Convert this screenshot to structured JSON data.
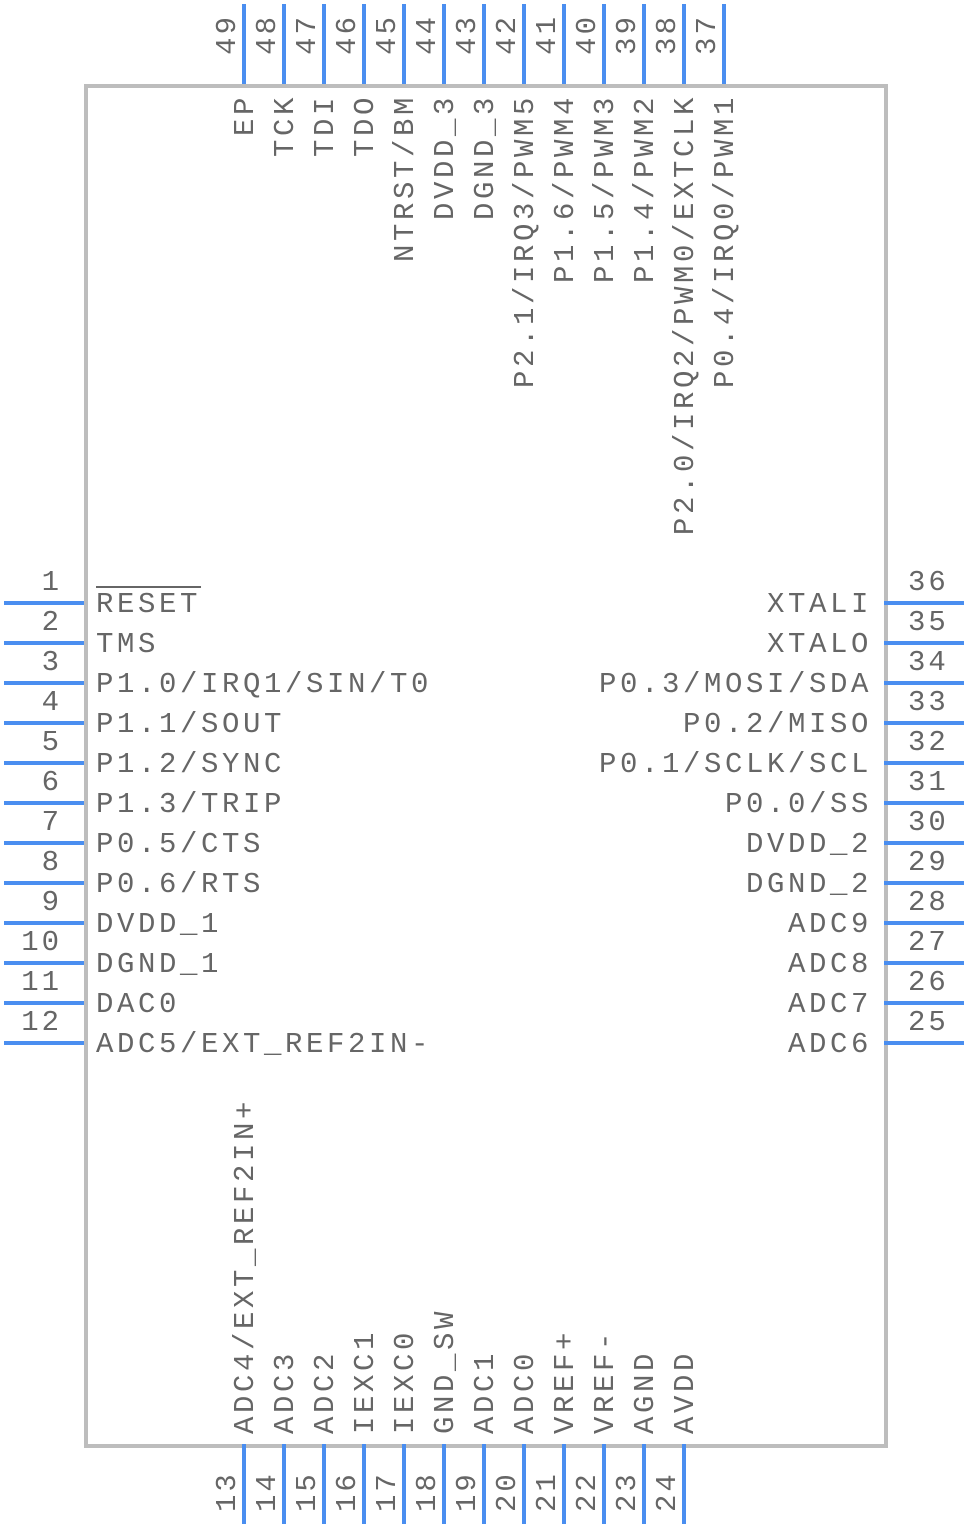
{
  "left_pins": [
    {
      "number": "1",
      "label": "RESET",
      "overline": true
    },
    {
      "number": "2",
      "label": "TMS"
    },
    {
      "number": "3",
      "label": "P1.0/IRQ1/SIN/T0"
    },
    {
      "number": "4",
      "label": "P1.1/SOUT"
    },
    {
      "number": "5",
      "label": "P1.2/SYNC"
    },
    {
      "number": "6",
      "label": "P1.3/TRIP"
    },
    {
      "number": "7",
      "label": "P0.5/CTS"
    },
    {
      "number": "8",
      "label": "P0.6/RTS"
    },
    {
      "number": "9",
      "label": "DVDD_1"
    },
    {
      "number": "10",
      "label": "DGND_1"
    },
    {
      "number": "11",
      "label": "DAC0"
    },
    {
      "number": "12",
      "label": "ADC5/EXT_REF2IN-"
    }
  ],
  "right_pins": [
    {
      "number": "36",
      "label": "XTALI"
    },
    {
      "number": "35",
      "label": "XTALO"
    },
    {
      "number": "34",
      "label": "P0.3/MOSI/SDA"
    },
    {
      "number": "33",
      "label": "P0.2/MISO"
    },
    {
      "number": "32",
      "label": "P0.1/SCLK/SCL"
    },
    {
      "number": "31",
      "label": "P0.0/SS"
    },
    {
      "number": "30",
      "label": "DVDD_2"
    },
    {
      "number": "29",
      "label": "DGND_2"
    },
    {
      "number": "28",
      "label": "ADC9"
    },
    {
      "number": "27",
      "label": "ADC8"
    },
    {
      "number": "26",
      "label": "ADC7"
    },
    {
      "number": "25",
      "label": "ADC6"
    }
  ],
  "top_pins": [
    {
      "number": "49",
      "label": "EP"
    },
    {
      "number": "48",
      "label": "TCK"
    },
    {
      "number": "47",
      "label": "TDI"
    },
    {
      "number": "46",
      "label": "TDO"
    },
    {
      "number": "45",
      "label": "NTRST/BM"
    },
    {
      "number": "44",
      "label": "DVDD_3"
    },
    {
      "number": "43",
      "label": "DGND_3"
    },
    {
      "number": "42",
      "label": "P2.1/IRQ3/PWM5"
    },
    {
      "number": "41",
      "label": "P1.6/PWM4"
    },
    {
      "number": "40",
      "label": "P1.5/PWM3"
    },
    {
      "number": "39",
      "label": "P1.4/PWM2"
    },
    {
      "number": "38",
      "label": "P2.0/IRQ2/PWM0/EXTCLK"
    },
    {
      "number": "37",
      "label": "P0.4/IRQ0/PWM1"
    }
  ],
  "bottom_pins": [
    {
      "number": "13",
      "label": "ADC4/EXT_REF2IN+"
    },
    {
      "number": "14",
      "label": "ADC3"
    },
    {
      "number": "15",
      "label": "ADC2"
    },
    {
      "number": "16",
      "label": "IEXC1"
    },
    {
      "number": "17",
      "label": "IEXC0"
    },
    {
      "number": "18",
      "label": "GND_SW"
    },
    {
      "number": "19",
      "label": "ADC1"
    },
    {
      "number": "20",
      "label": "ADC0"
    },
    {
      "number": "21",
      "label": "VREF+"
    },
    {
      "number": "22",
      "label": "VREF-"
    },
    {
      "number": "23",
      "label": "AGND"
    },
    {
      "number": "24",
      "label": "AVDD"
    }
  ],
  "colors": {
    "pin": "#4a8ef0",
    "body": "#bdbdbd",
    "text": "#666666"
  }
}
